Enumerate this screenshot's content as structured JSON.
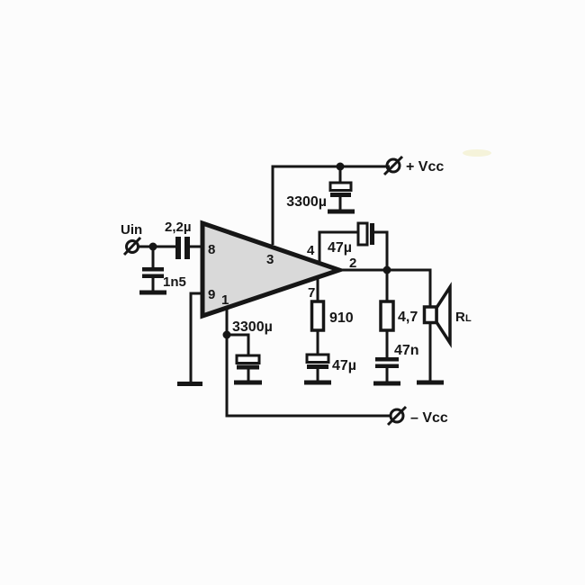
{
  "diagram": {
    "type": "audio power amplifier op-amp schematic",
    "colors": {
      "background": "#fcfcfc",
      "line": "#161616",
      "opamp_fill": "#d9d9d9"
    },
    "labels": {
      "input": "Uin",
      "vcc_plus": "+ Vcc",
      "vcc_minus": "– Vcc",
      "cap_input": "2,2µ",
      "cap_input_filter": "1n5",
      "cap_supply_top": "3300µ",
      "cap_supply_bottom": "3300µ",
      "cap_feedback": "47µ",
      "res_feedback": "910",
      "cap_pin7": "47µ",
      "res_output": "4,7",
      "cap_output": "47n",
      "load_main": "R",
      "load_sub": "L"
    },
    "pins": {
      "pin8": "8",
      "pin9": "9",
      "pin1": "1",
      "pin3": "3",
      "pin4": "4",
      "pin2": "2",
      "pin7": "7"
    }
  }
}
